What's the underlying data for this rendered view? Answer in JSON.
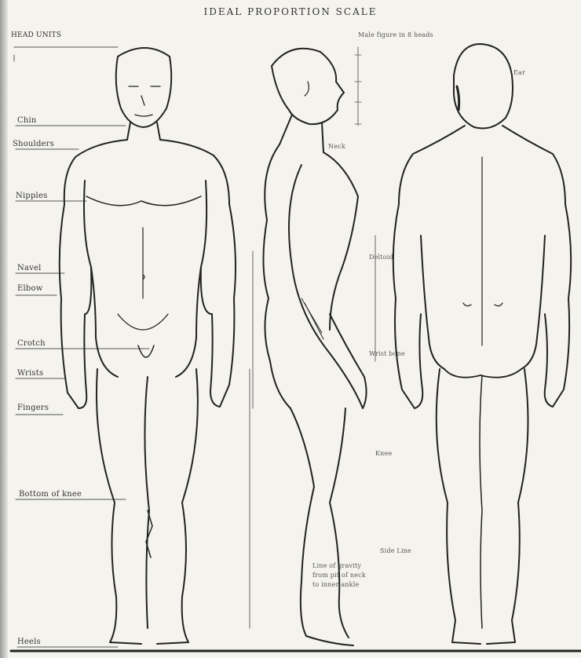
{
  "title": "IDEAL PROPORTION SCALE",
  "header_left": "HEAD UNITS",
  "header_right": "Male figure in 8 heads",
  "left_labels": [
    {
      "text": "Chin"
    },
    {
      "text": "Shoulders"
    },
    {
      "text": "Nipples"
    },
    {
      "text": "Navel"
    },
    {
      "text": "Elbow"
    },
    {
      "text": "Crotch"
    },
    {
      "text": "Wrists"
    },
    {
      "text": "Fingers"
    },
    {
      "text": "Bottom of knee"
    },
    {
      "text": "Heels"
    }
  ],
  "side_notes": [
    {
      "text": "Ear"
    },
    {
      "text": "Neck"
    },
    {
      "text": "Deltoid"
    },
    {
      "text": "Wrist bone"
    },
    {
      "text": "Knee"
    },
    {
      "text": "Side Line"
    }
  ],
  "bottom_note_lines": [
    "Line of gravity",
    "from pit of neck",
    "to inner ankle"
  ]
}
